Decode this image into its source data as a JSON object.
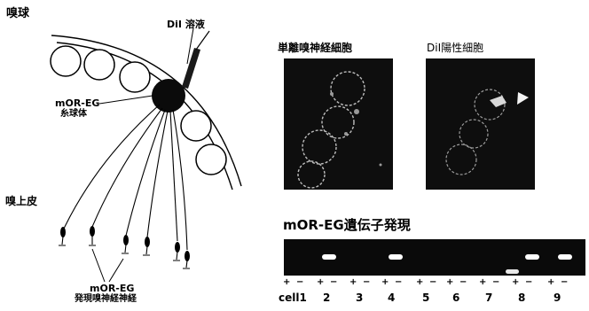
{
  "diagram": {
    "bulb_label": "嗅球",
    "dii_solution_label": "DiI 溶液",
    "glomerulus_label_1": "mOR-EG",
    "glomerulus_label_2": "糸球体",
    "epithelium_label": "嗅上皮",
    "neuron_label_1": "mOR-EG",
    "neuron_label_2": "発現嗅神経神経"
  },
  "photos": {
    "isolated_title": "単離嗅神経細胞",
    "dii_title": "DiI陽性細胞"
  },
  "gel": {
    "title": "mOR-EG遺伝子発現",
    "plus_sign": "+",
    "minus_sign": "−",
    "lanes": [
      "cell1",
      "2",
      "3",
      "4",
      "5",
      "6",
      "7",
      "8",
      "9"
    ],
    "positive_bands": [
      "2",
      "4",
      "8",
      "9"
    ]
  }
}
